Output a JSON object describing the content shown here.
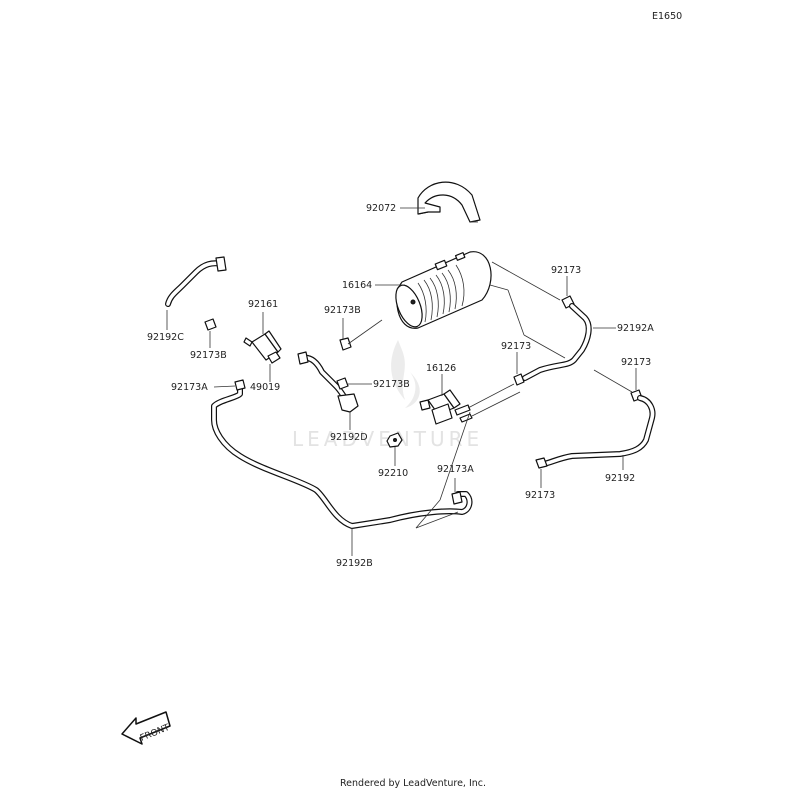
{
  "diagram_code": "E1650",
  "footer": "Rendered by LeadVenture, Inc.",
  "watermark": "LEADVENTURE",
  "front_label": "FRONT",
  "parts": [
    {
      "id": "p92072",
      "label": "92072"
    },
    {
      "id": "p16164",
      "label": "16164"
    },
    {
      "id": "p92173_tr",
      "label": "92173"
    },
    {
      "id": "p92192A",
      "label": "92192A"
    },
    {
      "id": "p92173B_a",
      "label": "92173B"
    },
    {
      "id": "p92161",
      "label": "92161"
    },
    {
      "id": "p92192C",
      "label": "92192C"
    },
    {
      "id": "p92173B_b",
      "label": "92173B"
    },
    {
      "id": "p92173_mid",
      "label": "92173"
    },
    {
      "id": "p92173_r",
      "label": "92173"
    },
    {
      "id": "p16126",
      "label": "16126"
    },
    {
      "id": "p92173A_a",
      "label": "92173A"
    },
    {
      "id": "p49019",
      "label": "49019"
    },
    {
      "id": "p92173B_c",
      "label": "92173B"
    },
    {
      "id": "p92192D",
      "label": "92192D"
    },
    {
      "id": "p92210",
      "label": "92210"
    },
    {
      "id": "p92173A_b",
      "label": "92173A"
    },
    {
      "id": "p92192",
      "label": "92192"
    },
    {
      "id": "p92173_b",
      "label": "92173"
    },
    {
      "id": "p92192B",
      "label": "92192B"
    }
  ]
}
